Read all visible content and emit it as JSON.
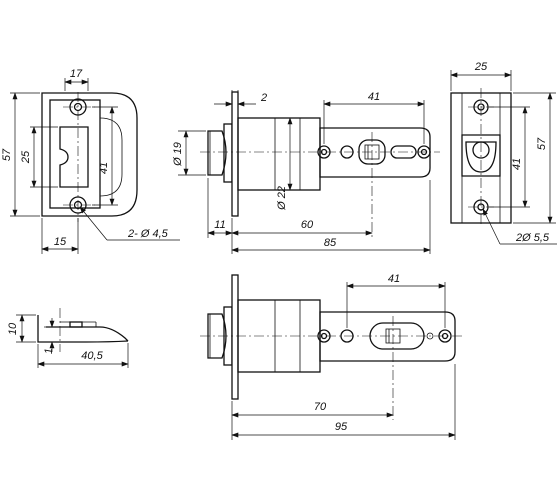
{
  "dimensions": {
    "strike_width_top": "17",
    "strike_height": "57",
    "strike_inner": "25",
    "strike_holes": "41",
    "strike_bottom": "15",
    "strike_holes_note": "2- Ø 4,5",
    "bolt_face_thk": "2",
    "bolt_diameter": "Ø 19",
    "body_diameter": "Ø 22",
    "bolt_proj": "11",
    "backset_60": "60",
    "length_85": "85",
    "holes_top": "41",
    "face_width": "25",
    "face_holes": "41",
    "face_height": "57",
    "face_holes_note": "2Ø 5,5",
    "side_height": "10",
    "side_thk": "1",
    "side_length": "40,5",
    "holes_bottom": "41",
    "backset_70": "70",
    "length_95": "95"
  }
}
